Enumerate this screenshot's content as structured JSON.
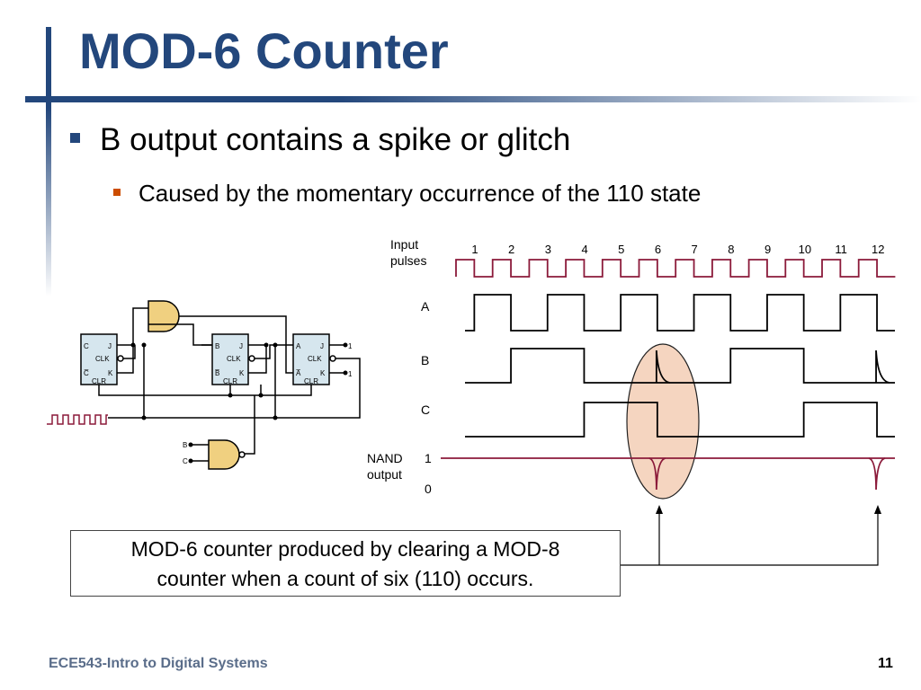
{
  "slide": {
    "title": "MOD-6 Counter",
    "bullet_1": "B output contains a spike or glitch",
    "bullet_2": "Caused by the momentary occurrence of the 110 state",
    "caption_line_1": "MOD-6 counter produced by clearing a MOD-8",
    "caption_line_2": "counter when a count of six (110) occurs.",
    "footer": "ECE543-Intro to Digital Systems",
    "page_number": "11"
  },
  "timing": {
    "input_label_1": "Input",
    "input_label_2": "pulses",
    "pulse_numbers": [
      "1",
      "2",
      "3",
      "4",
      "5",
      "6",
      "7",
      "8",
      "9",
      "10",
      "11",
      "12"
    ],
    "signal_a": "A",
    "signal_b": "B",
    "signal_c": "C",
    "nand_label_1": "NAND",
    "nand_label_2": "output",
    "level_1": "1",
    "level_0": "0"
  },
  "circuit": {
    "ff_c": {
      "q": "C",
      "j": "J",
      "clk": "CLK",
      "qbar": "C̅",
      "k": "K",
      "clr": "CLR"
    },
    "ff_b": {
      "q": "B",
      "j": "J",
      "clk": "CLK",
      "qbar": "B̅",
      "k": "K",
      "clr": "CLR"
    },
    "ff_a": {
      "q": "A",
      "j": "J",
      "clk": "CLK",
      "qbar": "A̅",
      "k": "K",
      "clr": "CLR"
    },
    "j_high": "1",
    "k_high": "1",
    "nand_in_b": "B",
    "nand_in_c": "C"
  },
  "colors": {
    "title": "#23477c",
    "bar": "#23477c",
    "bullet_sub": "#cc4d00",
    "clock_wave": "#8b1a3a",
    "highlight": "#f5d5c0",
    "ff_fill": "#d6e6ee",
    "gate_fill": "#f0d080"
  }
}
